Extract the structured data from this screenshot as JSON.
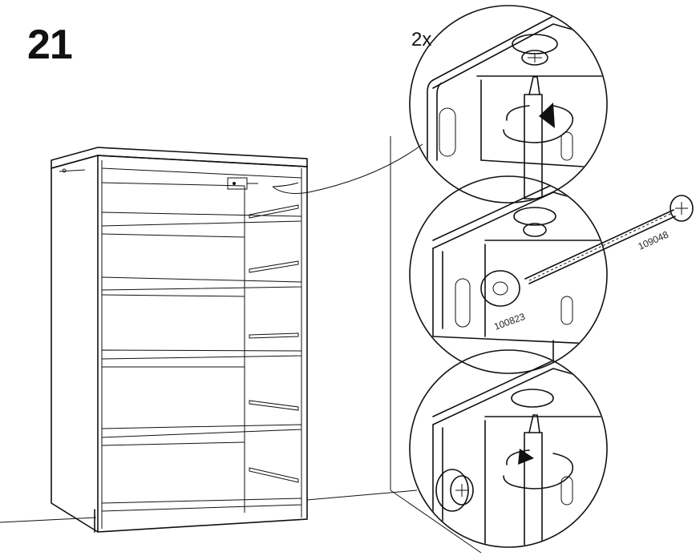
{
  "step": {
    "number": "21"
  },
  "quantity": {
    "label": "2x"
  },
  "parts": [
    {
      "id": "washer",
      "number": "100823"
    },
    {
      "id": "screw",
      "number": "109048"
    }
  ],
  "colors": {
    "ink": "#111111",
    "paper": "#ffffff",
    "detail_fill": "#ffffff"
  },
  "icons": [
    "rotate-clockwise-icon",
    "screwdriver-icon",
    "screw-icon",
    "washer-icon",
    "dowel-icon"
  ]
}
